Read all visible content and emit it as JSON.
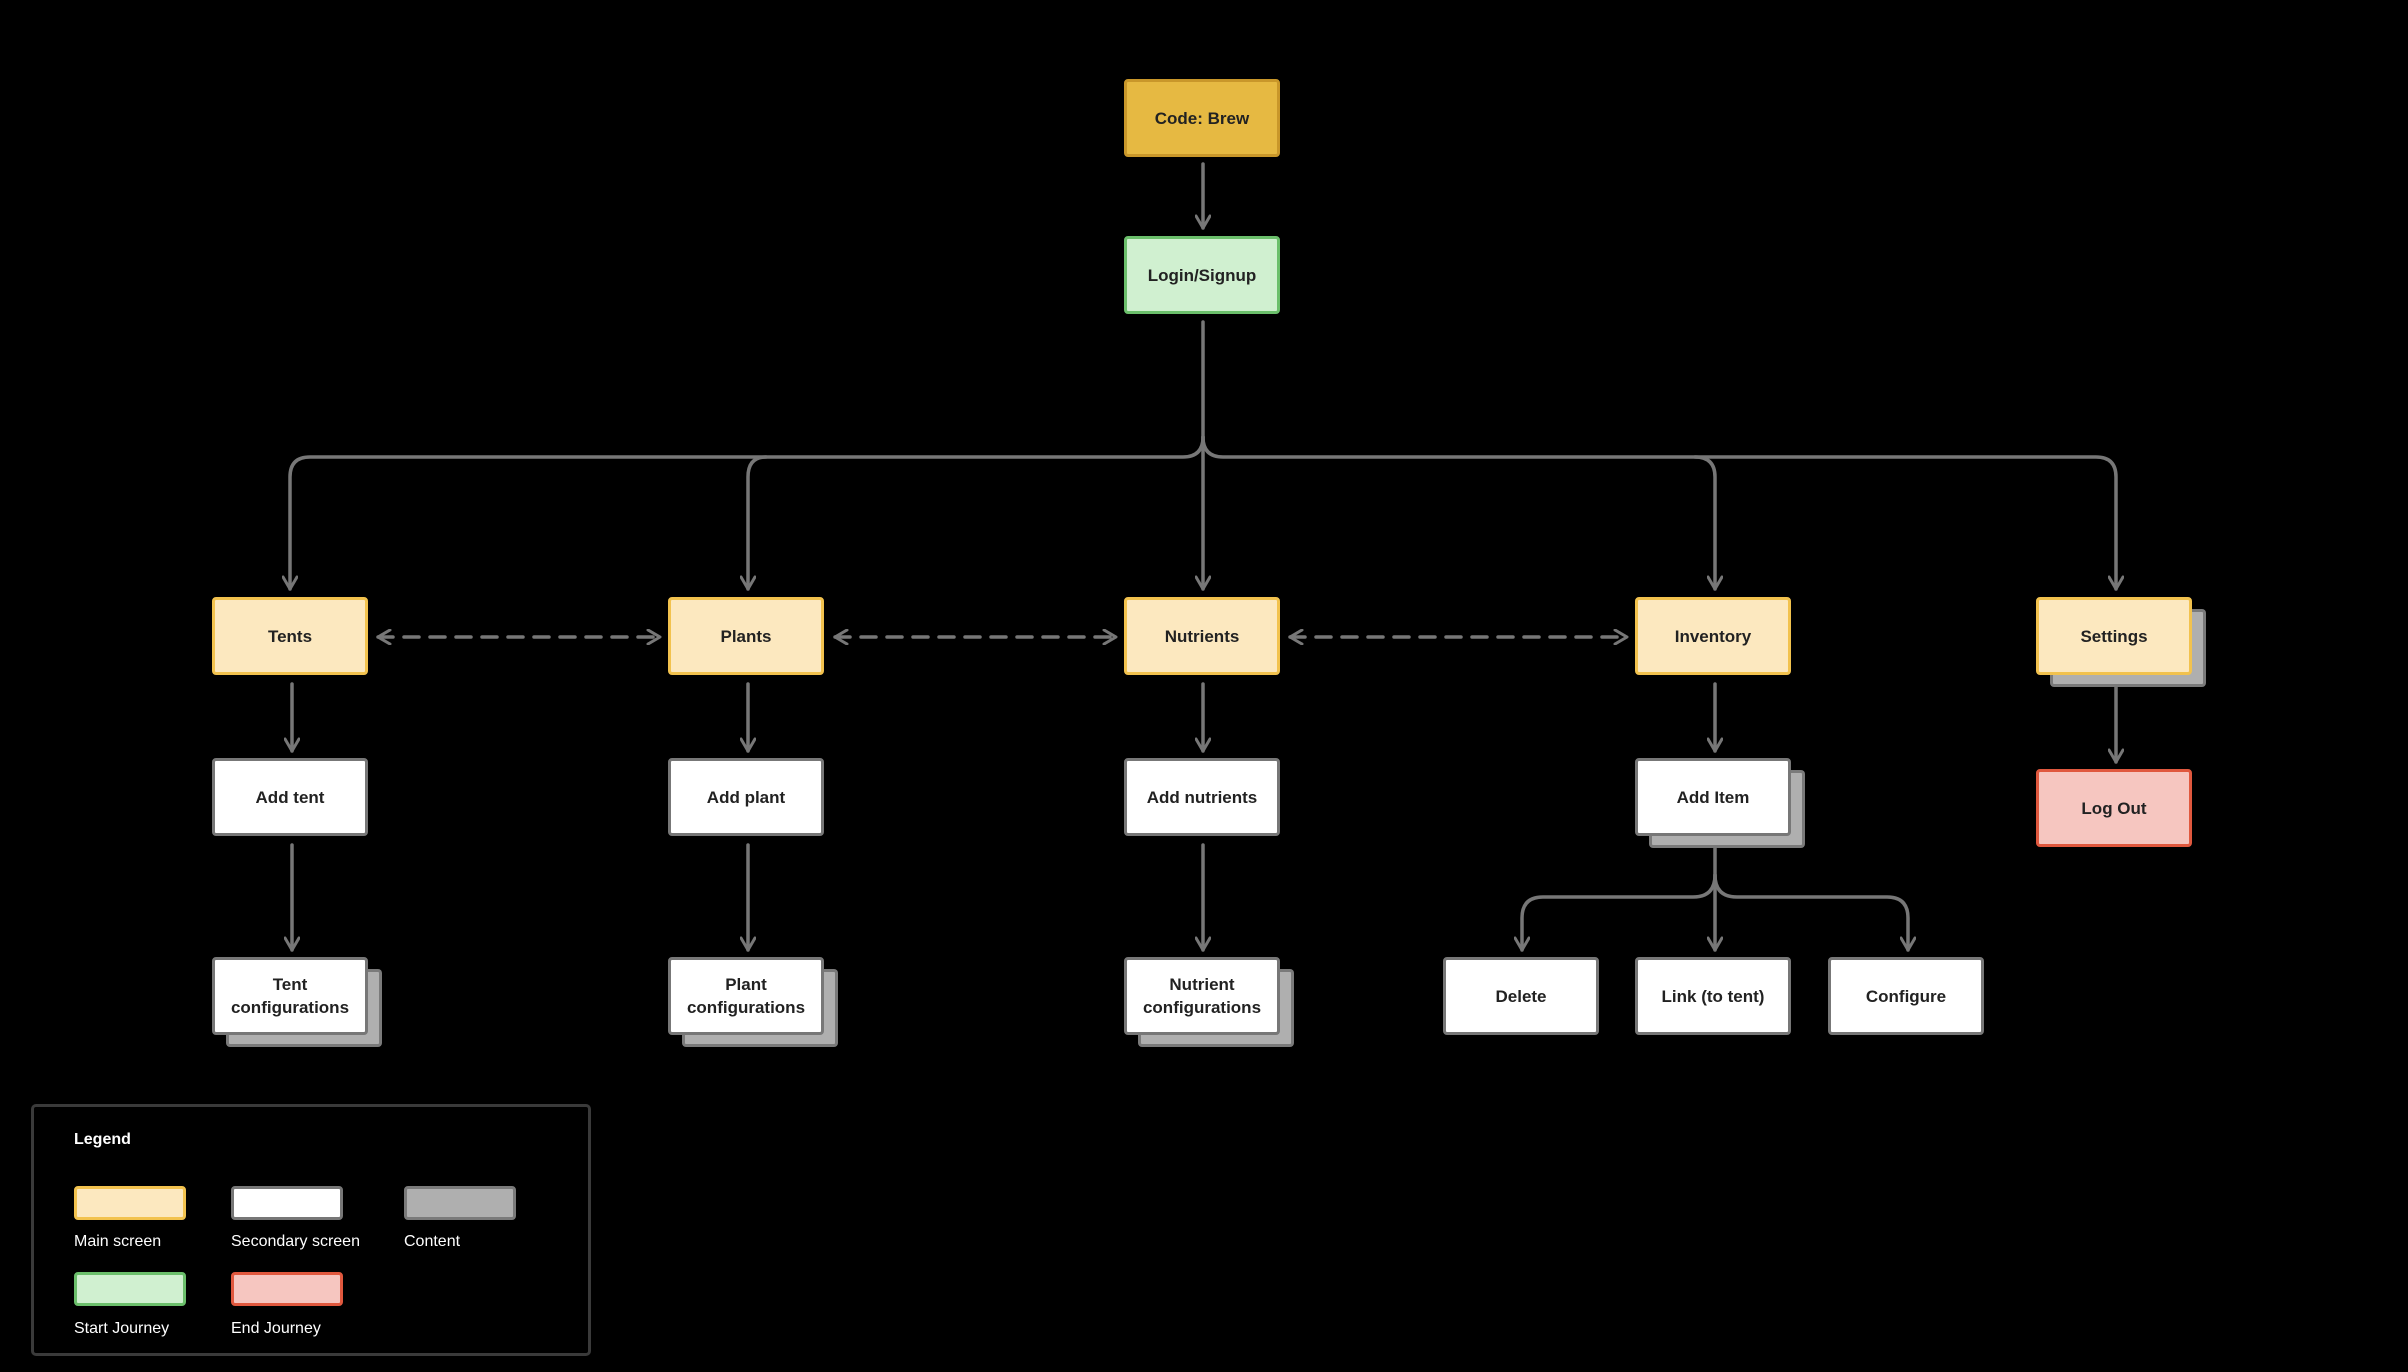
{
  "nodes": {
    "code_brew": "Code: Brew",
    "login_signup": "Login/Signup",
    "tents": "Tents",
    "plants": "Plants",
    "nutrients": "Nutrients",
    "inventory": "Inventory",
    "settings": "Settings",
    "add_tent": "Add tent",
    "add_plant": "Add plant",
    "add_nutrients": "Add nutrients",
    "add_item": "Add Item",
    "log_out": "Log Out",
    "tent_configurations": "Tent configurations",
    "plant_configurations": "Plant configurations",
    "nutrient_configurations": "Nutrient configurations",
    "delete": "Delete",
    "link_to_tent": "Link (to tent)",
    "configure": "Configure"
  },
  "legend": {
    "title": "Legend",
    "items": [
      {
        "label": "Main screen",
        "color": "#FCE8BF"
      },
      {
        "label": "Secondary screen",
        "color": "#FFFFFF"
      },
      {
        "label": "Content",
        "color": "#AFAFAF"
      },
      {
        "label": "Start Journey",
        "color": "#D0F0D0"
      },
      {
        "label": "End Journey",
        "color": "#F6C6C0"
      }
    ]
  },
  "colors": {
    "background": "#000000",
    "connector": "#777777",
    "root": "#E6B942",
    "main_screen": "#FCE8BF",
    "secondary_screen": "#FFFFFF",
    "content": "#AFAFAF",
    "start_journey": "#D0F0D0",
    "end_journey": "#F6C6C0"
  }
}
